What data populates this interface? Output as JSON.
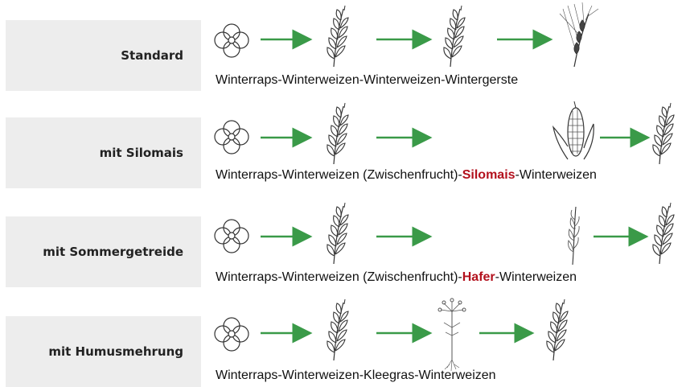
{
  "rows": [
    {
      "label": "Standard",
      "caption": "Winterraps-Winterweizen-Winterweizen-Wintergerste",
      "caption_parts": {
        "before": "Winterraps-Winterweizen-Winterweizen-Wintergerste",
        "highlight": "",
        "after": ""
      }
    },
    {
      "label": "mit Silomais",
      "caption_parts": {
        "before": "Winterraps-Winterweizen (Zwischenfrucht)-",
        "highlight": "Silomais",
        "after": "-Winterweizen"
      }
    },
    {
      "label": "mit Sommergetreide",
      "caption_parts": {
        "before": "Winterraps-Winterweizen (Zwischenfrucht)-",
        "highlight": "Hafer",
        "after": "-Winterweizen"
      }
    },
    {
      "label": "mit Humusmehrung",
      "caption_parts": {
        "before": "Winterraps-Winterweizen-Kleegras-Winterweizen",
        "highlight": "",
        "after": ""
      }
    }
  ],
  "colors": {
    "arrow": "#3a9a48",
    "highlight": "#b3111d",
    "label_bg": "#ededed"
  },
  "icons": {
    "row0": [
      "rapeseed-flower-icon",
      "wheat-ear-icon",
      "wheat-ear-icon",
      "barley-ear-icon"
    ],
    "row1": [
      "rapeseed-flower-icon",
      "wheat-ear-icon",
      "corn-cob-icon",
      "wheat-ear-icon"
    ],
    "row2": [
      "rapeseed-flower-icon",
      "wheat-ear-icon",
      "oat-panicle-icon",
      "wheat-ear-icon"
    ],
    "row3": [
      "rapeseed-flower-icon",
      "wheat-ear-icon",
      "clover-grass-icon",
      "wheat-ear-icon"
    ]
  }
}
